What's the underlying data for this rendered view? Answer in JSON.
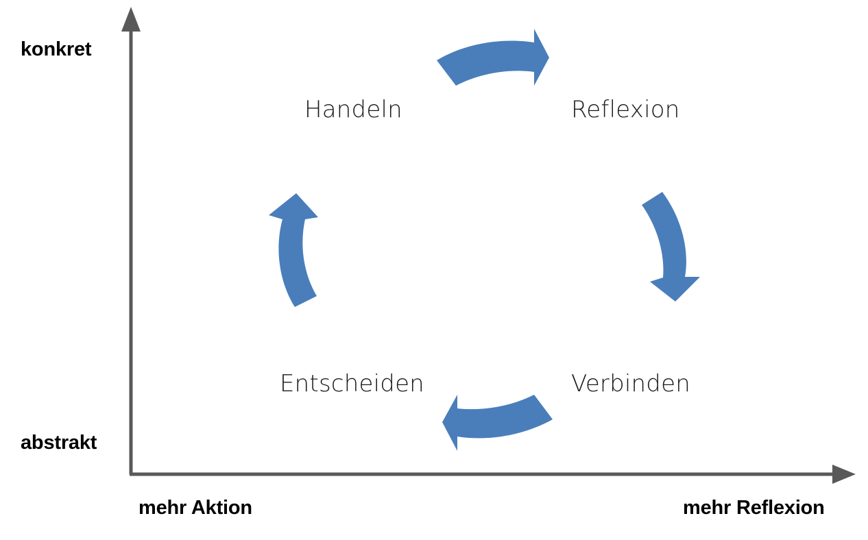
{
  "diagram": {
    "title_visible": false,
    "background": "#ffffff",
    "accent_color": "#4a7ebb",
    "axis_color": "#595959",
    "text_color": "#1a1a1a"
  },
  "axes": {
    "y_top_label": "konkret",
    "y_bottom_label": "abstrakt",
    "x_left_label": "mehr Aktion",
    "x_right_label": "mehr Reflexion"
  },
  "cycle": {
    "nodes": [
      {
        "id": "handeln",
        "label": "Handeln",
        "position": "top-left"
      },
      {
        "id": "reflexion",
        "label": "Reflexion",
        "position": "top-right"
      },
      {
        "id": "verbinden",
        "label": "Verbinden",
        "position": "bottom-right"
      },
      {
        "id": "entscheiden",
        "label": "Entscheiden",
        "position": "bottom-left"
      }
    ],
    "arrows": [
      {
        "id": "arrow-top",
        "direction": "right",
        "from": "handeln",
        "to": "reflexion"
      },
      {
        "id": "arrow-right",
        "direction": "down",
        "from": "reflexion",
        "to": "verbinden"
      },
      {
        "id": "arrow-bottom",
        "direction": "left",
        "from": "verbinden",
        "to": "entscheiden"
      },
      {
        "id": "arrow-left",
        "direction": "up",
        "from": "entscheiden",
        "to": "handeln"
      }
    ]
  }
}
